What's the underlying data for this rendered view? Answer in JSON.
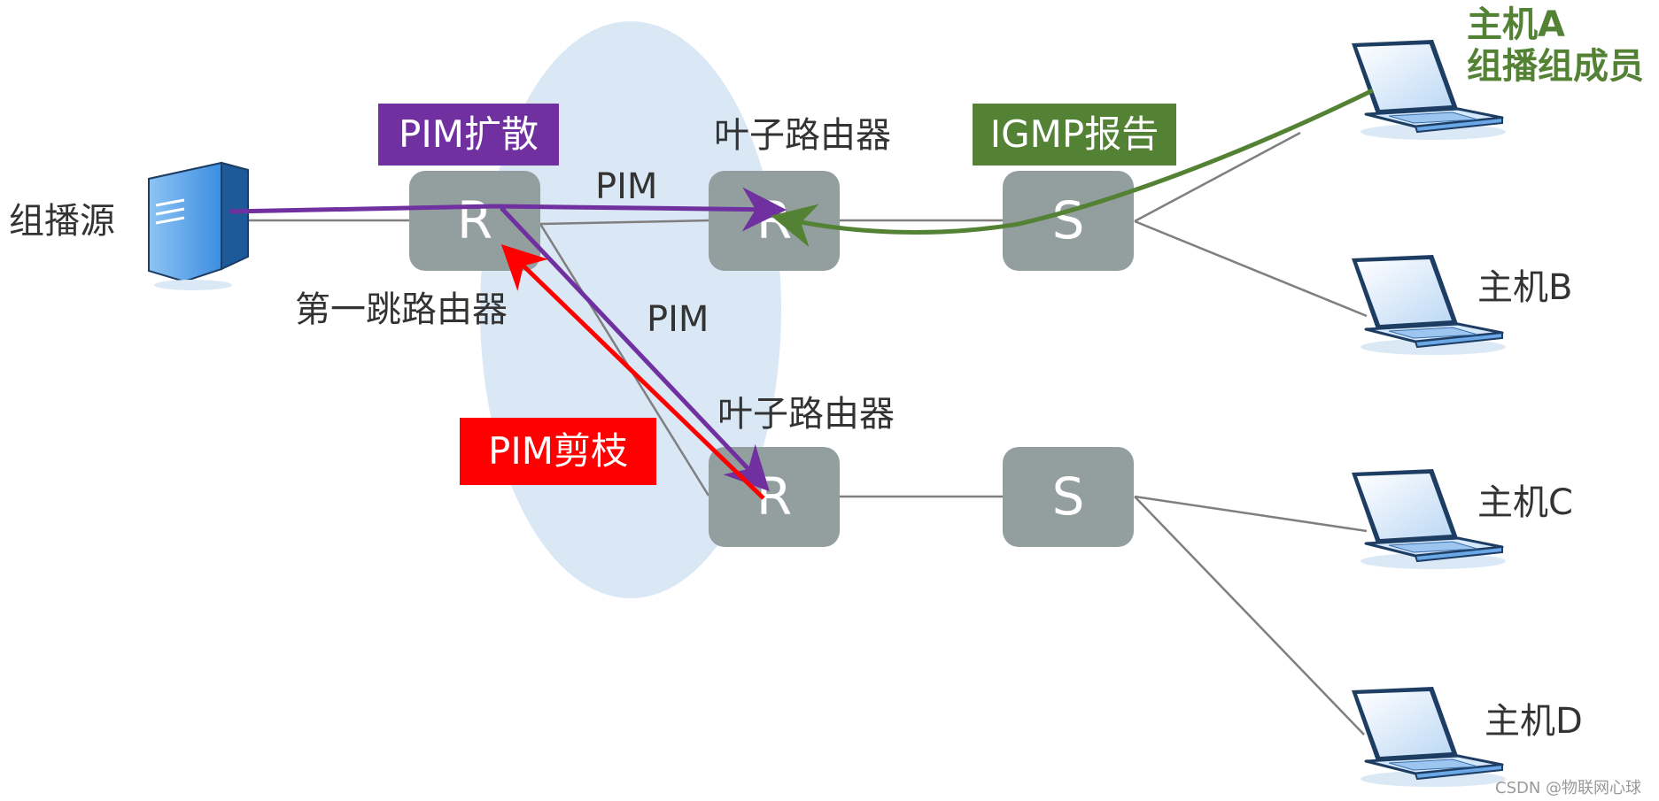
{
  "labels": {
    "source": "组播源",
    "first_hop": "第一跳路由器",
    "leaf_top": "叶子路由器",
    "leaf_bottom": "叶子路由器",
    "pim_top": "PIM",
    "pim_mid": "PIM"
  },
  "callouts": {
    "pim_flood": "PIM扩散",
    "igmp_report": "IGMP报告",
    "pim_prune": "PIM剪枝"
  },
  "nodes": {
    "first_hop_router": "R",
    "leaf_router_top": "R",
    "leaf_router_bottom": "R",
    "switch_top": "S",
    "switch_bottom": "S"
  },
  "hosts": {
    "a_line1": "主机A",
    "a_line2": "组播组成员",
    "b": "主机B",
    "c": "主机C",
    "d": "主机D"
  },
  "watermark": "CSDN @物联网心球",
  "colors": {
    "router": "#939f9f",
    "pim_flood": "#7030a0",
    "igmp_report": "#548235",
    "pim_prune": "#ff0000",
    "pim_domain": "#dae7f5",
    "link": "#7f7f7f"
  },
  "icons": {
    "source": "server-icon",
    "hosts": "laptop-icon"
  }
}
